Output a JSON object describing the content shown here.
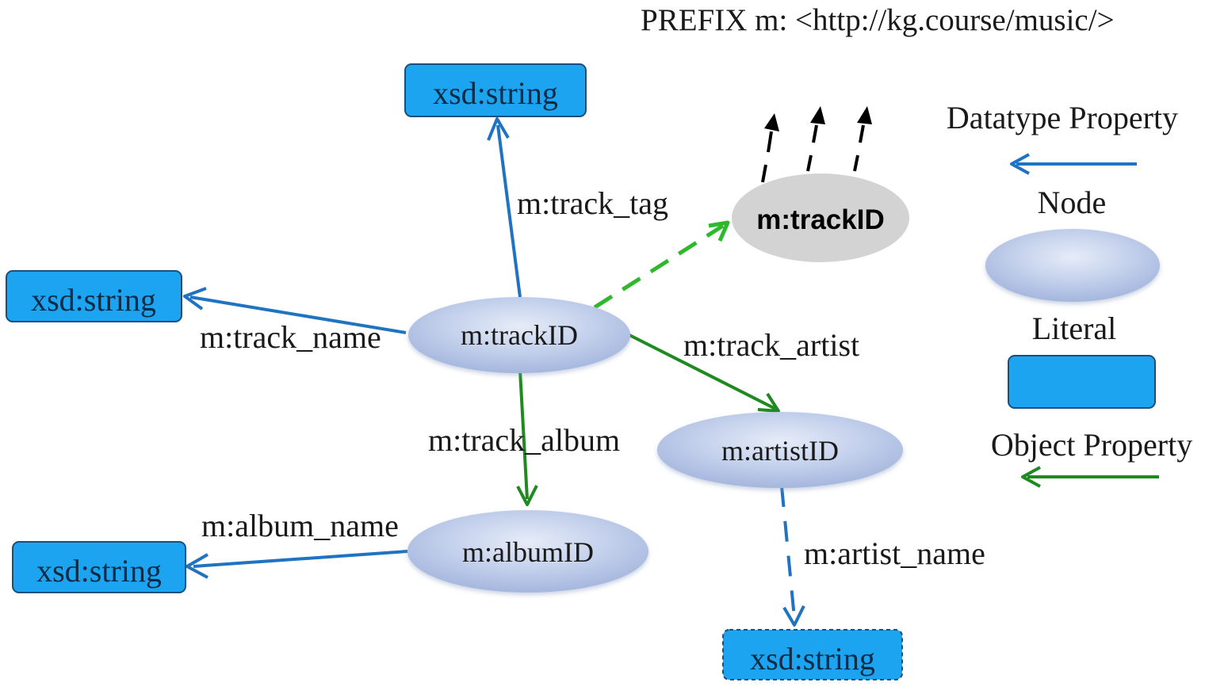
{
  "prefix": "PREFIX m: <http://kg.course/music/>",
  "nodes": {
    "track": "m:trackID",
    "artist": "m:artistID",
    "album": "m:albumID",
    "track_highlight": "m:trackID"
  },
  "literals": {
    "top": "xsd:string",
    "left": "xsd:string",
    "bottom_left": "xsd:string",
    "bottom": "xsd:string"
  },
  "properties": {
    "track_tag": "m:track_tag",
    "track_name": "m:track_name",
    "track_artist": "m:track_artist",
    "track_album": "m:track_album",
    "album_name": "m:album_name",
    "artist_name": "m:artist_name"
  },
  "legend": {
    "datatype_property": "Datatype Property",
    "node": "Node",
    "literal": "Literal",
    "object_property": "Object Property"
  },
  "colors": {
    "datatype_arrow": "#1f73c0",
    "object_arrow": "#1f8a1f",
    "dashed_object_arrow": "#2eb82e",
    "literal_fill": "#1ca4f0",
    "literal_stroke": "#1a4f7a",
    "highlight_node_fill": "#d3d3d3"
  }
}
